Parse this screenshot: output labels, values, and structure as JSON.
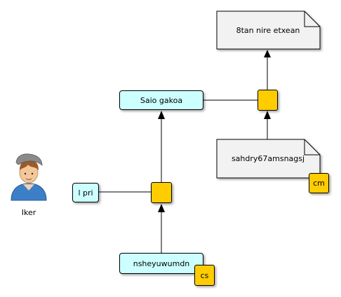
{
  "actor": {
    "name": "Iker",
    "icon": "user-avatar-icon"
  },
  "nodes": {
    "goal_saio": "Saio gakoa",
    "goal_lpri": "l pri",
    "goal_nsheyu": "nsheyuwumdn",
    "doc_top": "8tan nire etxean",
    "doc_sahdry": "sahdry67amsnagsj"
  },
  "tags": {
    "cs": "cs",
    "cm": "cm"
  },
  "colors": {
    "goal_fill": "#ccffff",
    "junction_fill": "#ffcc00",
    "doc_fill": "#f2f2f2"
  }
}
